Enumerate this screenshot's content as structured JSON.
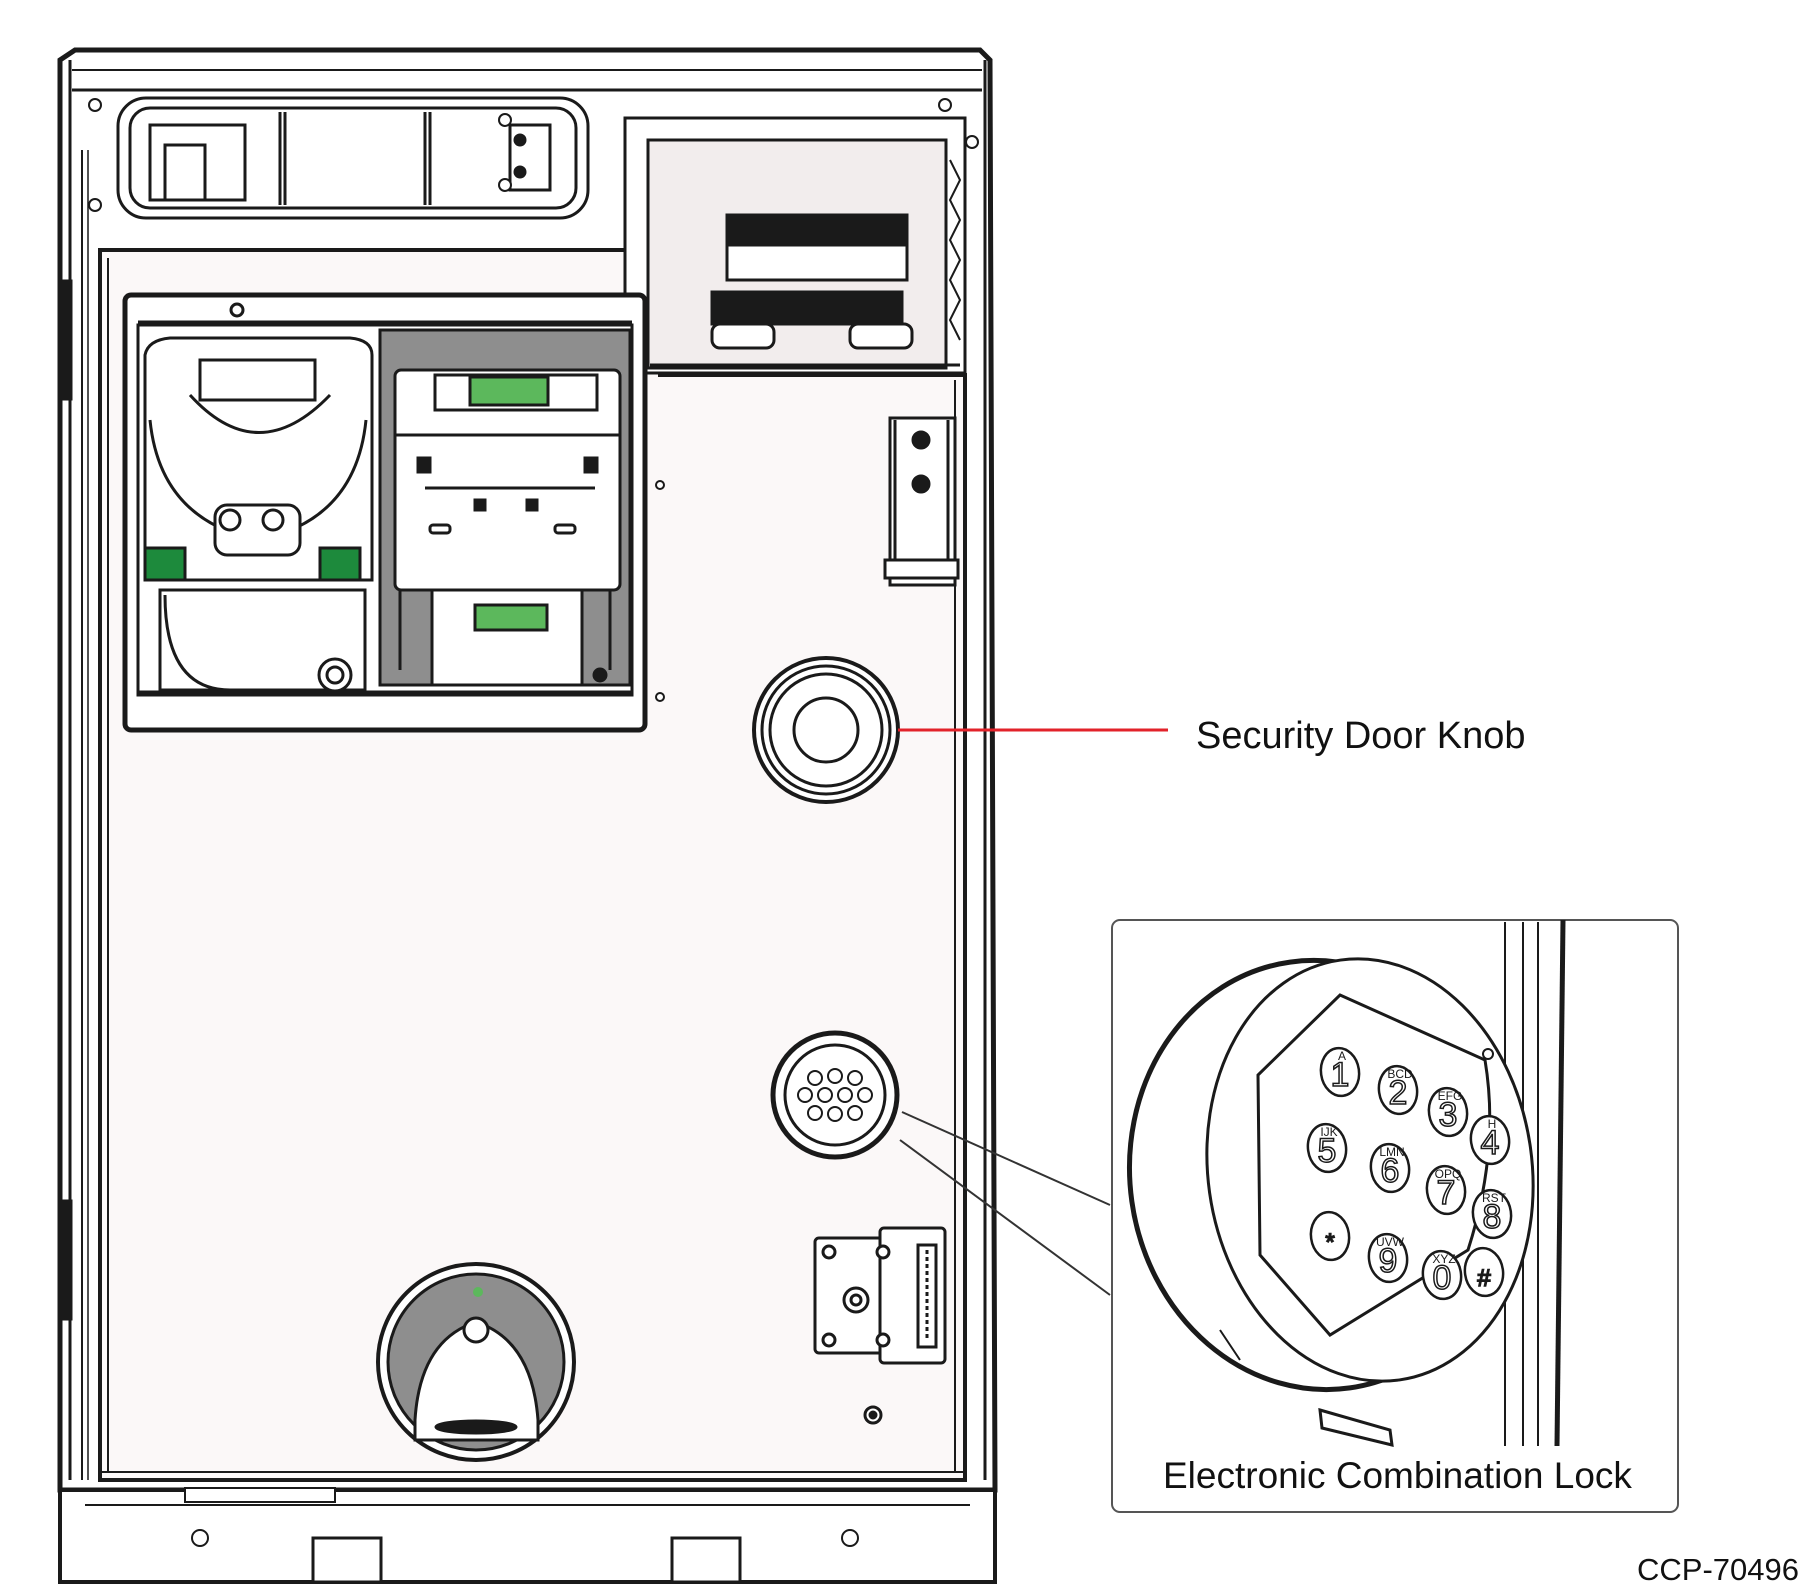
{
  "labels": {
    "security_door_knob": "Security Door Knob",
    "electronic_combination_lock": "Electronic Combination Lock",
    "figure_id": "CCP-70496"
  },
  "keypad": {
    "keys": [
      {
        "digit": "1",
        "letters": "A"
      },
      {
        "digit": "2",
        "letters": "BCD"
      },
      {
        "digit": "3",
        "letters": "EFG"
      },
      {
        "digit": "4",
        "letters": "H"
      },
      {
        "digit": "5",
        "letters": "IJK"
      },
      {
        "digit": "6",
        "letters": "LMN"
      },
      {
        "digit": "7",
        "letters": "OPQ"
      },
      {
        "digit": "8",
        "letters": "RST"
      },
      {
        "digit": "*",
        "letters": ""
      },
      {
        "digit": "9",
        "letters": "UVW"
      },
      {
        "digit": "0",
        "letters": "XYZ"
      },
      {
        "digit": "#",
        "letters": ""
      }
    ]
  },
  "colors": {
    "callout_line": "#e2222a",
    "panel_fill": "#fbf8f8",
    "green_accent": "#5cb85c",
    "dark_green": "#1d8a3c",
    "outline": "#1a1a1a",
    "inset_fill": "#dcdcdc"
  }
}
